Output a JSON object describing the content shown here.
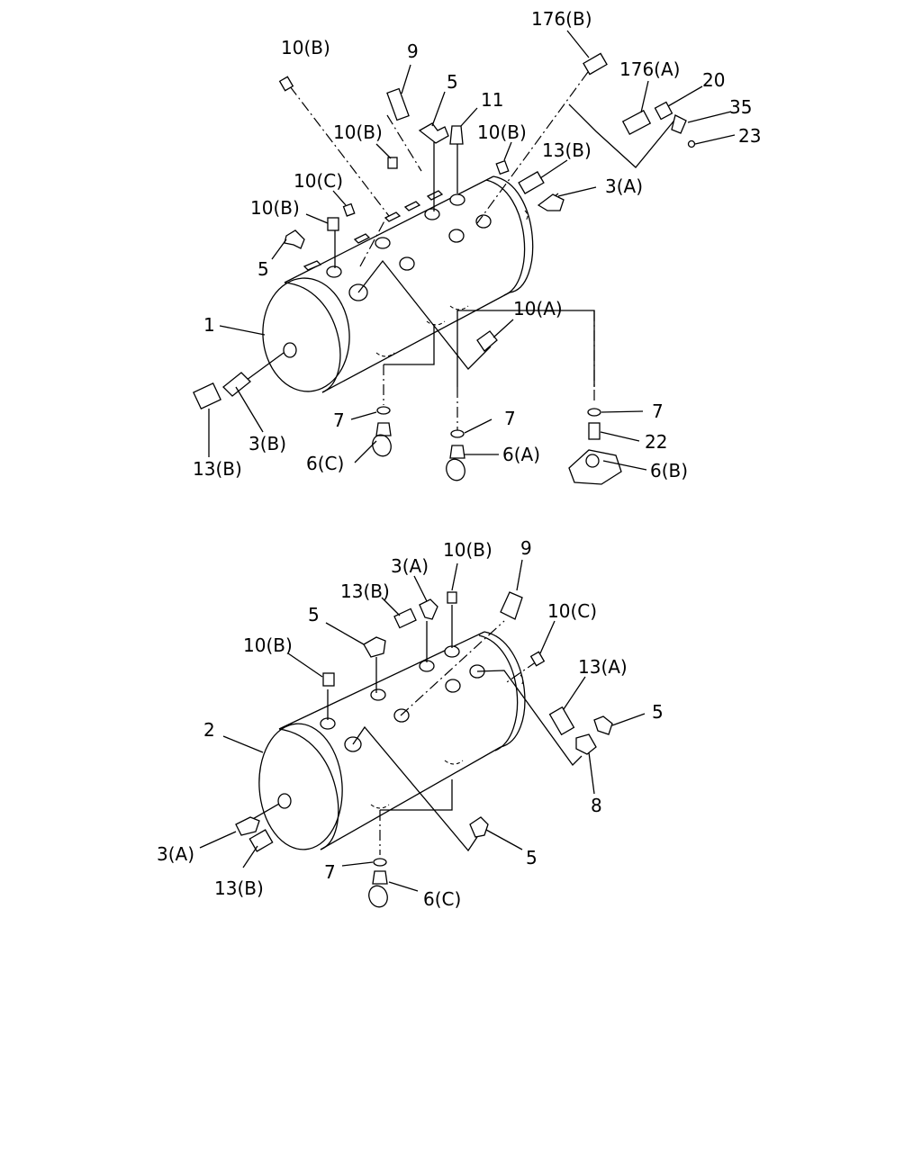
{
  "labels": {
    "t1_176b": "176(B)",
    "t1_10b_a": "10(B)",
    "t1_9": "9",
    "t1_5_a": "5",
    "t1_11": "11",
    "t1_176a": "176(A)",
    "t1_20": "20",
    "t1_35": "35",
    "t1_23": "23",
    "t1_10b_b": "10(B)",
    "t1_10b_c": "10(B)",
    "t1_13b_a": "13(B)",
    "t1_3a": "3(A)",
    "t1_10c": "10(C)",
    "t1_10b_d": "10(B)",
    "t1_5_b": "5",
    "t1_1": "1",
    "t1_10a": "10(A)",
    "t1_7_a": "7",
    "t1_7_b": "7",
    "t1_7_c": "7",
    "t1_22": "22",
    "t1_6c": "6(C)",
    "t1_6a": "6(A)",
    "t1_6b": "6(B)",
    "t1_13b_b": "13(B)",
    "t1_3b": "3(B)",
    "t2_9": "9",
    "t2_3a_top": "3(A)",
    "t2_10b_top": "10(B)",
    "t2_13b_top": "13(B)",
    "t2_5_top": "5",
    "t2_10c": "10(C)",
    "t2_10b_left": "10(B)",
    "t2_13a": "13(A)",
    "t2_5_right": "5",
    "t2_2": "2",
    "t2_8": "8",
    "t2_3a_left": "3(A)",
    "t2_13b_left": "13(B)",
    "t2_7": "7",
    "t2_5_bottom": "5",
    "t2_6c": "6(C)"
  }
}
